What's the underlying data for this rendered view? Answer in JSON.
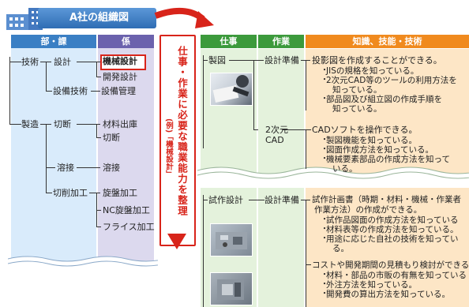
{
  "org": {
    "title": "A社の組織図",
    "headers": {
      "bu_ka": "部・課",
      "kakari": "係"
    },
    "departments": [
      {
        "name": "技術",
        "sections": [
          {
            "name": "設計",
            "units": [
              "機械設計",
              "開発設計"
            ]
          },
          {
            "name": "設備技術",
            "units": [
              "設備管理"
            ]
          }
        ]
      },
      {
        "name": "製造",
        "sections": [
          {
            "name": "切断",
            "units": [
              "材料出庫",
              "切断"
            ]
          },
          {
            "name": "溶接",
            "units": [
              "溶接"
            ]
          },
          {
            "name": "切削加工",
            "units": [
              "旋盤加工",
              "NC旋盤加工",
              "フライス加工"
            ]
          }
        ]
      }
    ]
  },
  "banner": {
    "main": "仕事・作業に必要な職業能力を整理",
    "example": "(例)「機械設計」"
  },
  "table": {
    "headers": {
      "shigoto": "仕事",
      "sagyo": "作業",
      "chishiki": "知識、技能・技術"
    },
    "block1": {
      "job": "製図",
      "rows": [
        {
          "task": "設計準備",
          "main": "投影図を作成することができる。",
          "bullets": [
            "JISの規格を知っている。",
            "2次元CAD等のツールの利用方法を",
            "知っている。",
            "部品図及び組立図の作成手順を",
            "知っている。"
          ]
        },
        {
          "task": "2次元",
          "task2": "CAD",
          "main": "CADソフトを操作できる。",
          "bullets": [
            "製図機能を知っている。",
            "図面作成方法を知っている。",
            "機械要素部品の作成方法を知って",
            "いる。"
          ]
        }
      ]
    },
    "block2": {
      "job": "試作設計",
      "rows": [
        {
          "task": "設計準備",
          "main": "試作計画書（時期・材料・機械・作業者",
          "main2": "作業方法）の作成ができる。",
          "bullets": [
            "試作品図面の作成方法を知っている",
            "材料表等の作成方法を知っている。",
            "用途に応じた自社の技術を知ってい",
            "る。"
          ]
        },
        {
          "task": "",
          "main": "コストや開発期間の見積もり検討ができる",
          "bullets": [
            "材料・部品の市販の有無を知っている",
            "外注方法を知っている。",
            "開発費の算出方法を知っている。"
          ]
        }
      ]
    }
  },
  "colors": {
    "blue_header": "#3a7fc4",
    "green_header": "#3c9a3c",
    "orange_header": "#f08a1e",
    "red": "#d8241a"
  }
}
